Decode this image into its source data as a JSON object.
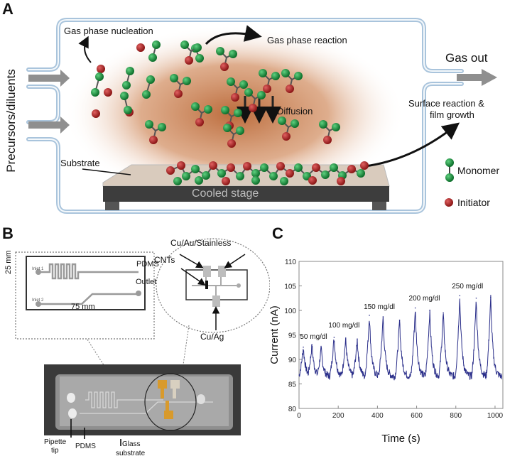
{
  "panels": {
    "a": {
      "letter": "A",
      "labels": {
        "inlet": "Precursors/diluents",
        "gas_phase_nucleation": "Gas phase nucleation",
        "gas_phase_reaction": "Gas phase reaction",
        "diffusion": "Diffusion",
        "gas_out": "Gas out",
        "surface_reaction_line1": "Surface reaction &",
        "surface_reaction_line2": "film growth",
        "substrate": "Substrate",
        "cooled_stage": "Cooled stage"
      },
      "legend": [
        {
          "label": "Monomer",
          "icon": "monomer-icon",
          "color": "#1a8a3c"
        },
        {
          "label": "Initiator",
          "icon": "initiator-icon",
          "color": "#b22222"
        }
      ],
      "colors": {
        "monomer": "#1a8a3c",
        "initiator": "#b02a2a",
        "plasma_glow": "#c0703a",
        "chamber_wall": "#a9c4dc",
        "stage": "#3d3d3d"
      }
    },
    "b": {
      "letter": "B",
      "schematic": {
        "material": "PDMS",
        "outlet": "Outlet",
        "inlet1": "Inlet 1",
        "inlet2": "Inlet 2",
        "height": "25 mm",
        "width": "75 mm"
      },
      "electrode_labels": {
        "top": "Cu/Au/Stainless",
        "cnts": "CNTs",
        "bottom": "Cu/Ag"
      },
      "photo_labels": {
        "pipette_line1": "Pipette",
        "pipette_line2": "tip",
        "pdms": "PDMS",
        "glass_line1": "Glass",
        "glass_line2": "substrate"
      }
    },
    "c": {
      "letter": "C"
    }
  },
  "chart_data": {
    "type": "line",
    "title": "",
    "xlabel": "Time (s)",
    "ylabel": "Current (nA)",
    "xlim": [
      0,
      1040
    ],
    "ylim": [
      80,
      110
    ],
    "xticks": [
      0,
      200,
      400,
      600,
      800,
      1000
    ],
    "yticks": [
      80,
      85,
      90,
      95,
      100,
      105,
      110
    ],
    "grid": false,
    "line_color": "#2b2f8a",
    "baseline": 86.5,
    "peaks": [
      {
        "t": 22,
        "value": 92.5,
        "group": "50 mg/dl"
      },
      {
        "t": 66,
        "value": 93.0,
        "group": "50 mg/dl"
      },
      {
        "t": 113,
        "value": 92.2,
        "group": "50 mg/dl"
      },
      {
        "t": 179,
        "value": 94.5,
        "group": "100 mg/dl"
      },
      {
        "t": 238,
        "value": 94.2,
        "group": "100 mg/dl"
      },
      {
        "t": 297,
        "value": 94.0,
        "group": "100 mg/dl"
      },
      {
        "t": 359,
        "value": 99.0,
        "group": "150 mg/dl"
      },
      {
        "t": 429,
        "value": 98.7,
        "group": "150 mg/dl"
      },
      {
        "t": 513,
        "value": 98.0,
        "group": "150 mg/dl"
      },
      {
        "t": 593,
        "value": 100.5,
        "group": "200 mg/dl"
      },
      {
        "t": 667,
        "value": 100.0,
        "group": "200 mg/dl"
      },
      {
        "t": 736,
        "value": 99.5,
        "group": "200 mg/dl"
      },
      {
        "t": 820,
        "value": 103.0,
        "group": "250 mg/dl"
      },
      {
        "t": 904,
        "value": 102.5,
        "group": "250 mg/dl"
      },
      {
        "t": 978,
        "value": 102.7,
        "group": "250 mg/dl"
      }
    ],
    "annotations": [
      {
        "text": "50 mg/dl",
        "t": 5,
        "value": 94.2
      },
      {
        "text": "100 mg/dl",
        "t": 150,
        "value": 96.5
      },
      {
        "text": "150 mg/dl",
        "t": 330,
        "value": 100.3
      },
      {
        "text": "200 mg/dl",
        "t": 560,
        "value": 102.0
      },
      {
        "text": "250 mg/dl",
        "t": 780,
        "value": 104.5
      }
    ]
  }
}
